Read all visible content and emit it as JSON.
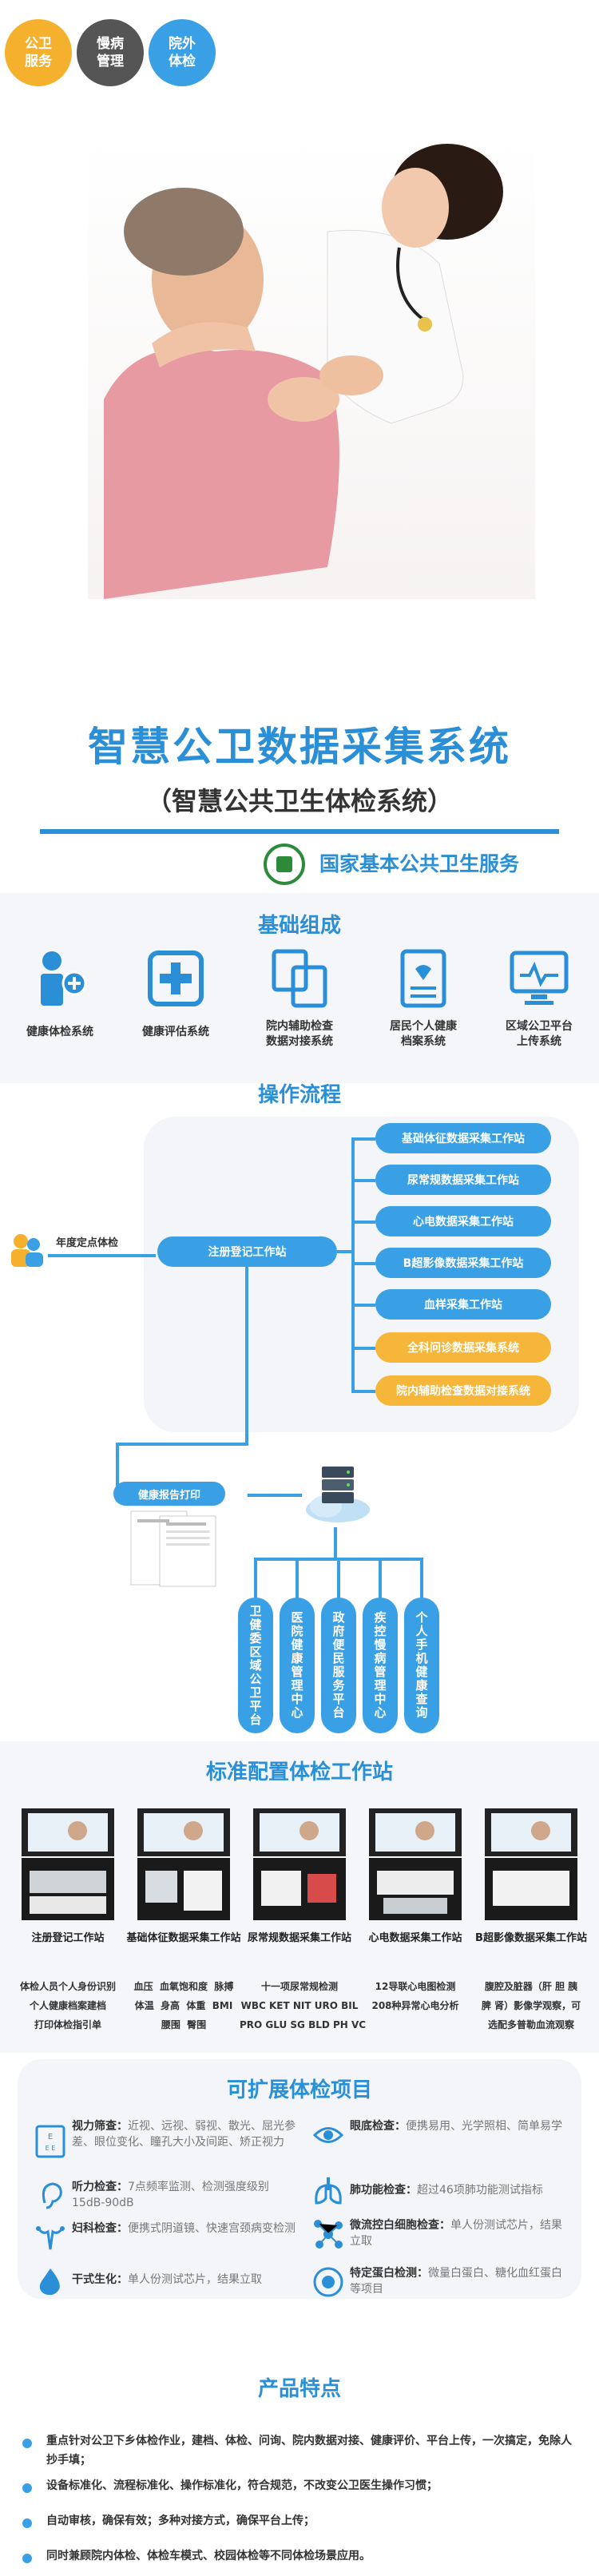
{
  "top_buttons": [
    {
      "label": "公卫\n服务",
      "color": "#f5b02e"
    },
    {
      "label": "慢病\n管理",
      "color": "#555555"
    },
    {
      "label": "院外\n体检",
      "color": "#3aa0e6"
    }
  ],
  "title": {
    "main": "智慧公卫数据采集系统",
    "sub": "（智慧公共卫生体检系统）",
    "service": "国家基本公共卫生服务"
  },
  "basic": {
    "title": "基础组成",
    "items": [
      {
        "label": "健康体检系统",
        "icon": "person-plus-icon"
      },
      {
        "label": "健康评估系统",
        "icon": "medical-cross-icon"
      },
      {
        "label": "院内辅助检查\n数据对接系统",
        "icon": "document-link-icon"
      },
      {
        "label": "居民个人健康\n档案系统",
        "icon": "health-file-icon"
      },
      {
        "label": "区域公卫平台\n上传系统",
        "icon": "monitor-icon"
      }
    ]
  },
  "flow": {
    "title": "操作流程",
    "annual": "年度定点体检",
    "register": "注册登记工作站",
    "stations": [
      {
        "label": "基础体征数据采集工作站",
        "color": "#3aa0e6"
      },
      {
        "label": "尿常规数据采集工作站",
        "color": "#3aa0e6"
      },
      {
        "label": "心电数据采集工作站",
        "color": "#3aa0e6"
      },
      {
        "label": "B超影像数据采集工作站",
        "color": "#3aa0e6"
      },
      {
        "label": "血样采集工作站",
        "color": "#3aa0e6"
      },
      {
        "label": "全科问诊数据采集系统",
        "color": "#f6b63a"
      },
      {
        "label": "院内辅助检查数据对接系统",
        "color": "#f6b63a"
      }
    ],
    "report": "健康报告打印",
    "outputs": [
      "卫健委区域公卫平台",
      "医院健康管理中心",
      "政府便民服务平台",
      "疾控慢病管理中心",
      "个人手机健康查询"
    ]
  },
  "standard": {
    "title": "标准配置体检工作站",
    "cases": [
      {
        "label": "注册登记工作站",
        "desc": "体检人员个人身份识别\n个人健康档案建档\n打印体检指引单"
      },
      {
        "label": "基础体征数据采集工作站",
        "desc": "血压  血氧饱和度  脉搏\n体温  身高  体重  BMI\n腰围  臀围"
      },
      {
        "label": "尿常规数据采集工作站",
        "desc": "十一项尿常规检测\nWBC KET NIT URO BIL\nPRO GLU SG BLD PH VC"
      },
      {
        "label": "心电数据采集工作站",
        "desc": "12导联心电图检测\n208种异常心电分析"
      },
      {
        "label": "B超影像数据采集工作站",
        "desc": "腹腔及脏器（肝 胆 胰\n脾 肾）影像学观察，可\n选配多普勒血流观察"
      }
    ]
  },
  "extend": {
    "title": "可扩展体检项目",
    "items": [
      {
        "name": "视力筛查：",
        "text": "近视、远视、弱视、散光、屈光参差、眼位变化、瞳孔大小及间距、矫正视力",
        "icon": "eye-chart-icon"
      },
      {
        "name": "眼底检查：",
        "text": "便携易用、光学照相、简单易学",
        "icon": "eye-icon"
      },
      {
        "name": "听力检查：",
        "text": "7点频率监测、检测强度级别15dB-90dB",
        "icon": "ear-icon"
      },
      {
        "name": "肺功能检查：",
        "text": "超过46项肺功能测试指标",
        "icon": "lungs-icon"
      },
      {
        "name": "妇科检查：",
        "text": "便携式阴道镜、快速宫颈病变检测",
        "icon": "uterus-icon"
      },
      {
        "name": "微流控白细胞检查：",
        "text": "单人份测试芯片，结果立取",
        "icon": "molecule-icon"
      },
      {
        "name": "干式生化：",
        "text": "单人份测试芯片，结果立取",
        "icon": "drop-icon"
      },
      {
        "name": "特定蛋白检测：",
        "text": "微量白蛋白、糖化血红蛋白等项目",
        "icon": "protein-icon"
      }
    ]
  },
  "features": {
    "title": "产品特点",
    "items": [
      "重点针对公卫下乡体检作业，建档、体检、问询、院内数据对接、健康评价、平台上传，一次搞定，免除人抄手填；",
      "设备标准化、流程标准化、操作标准化，符合规范，不改变公卫医生操作习惯；",
      "自动审核，确保有效；多种对接方式，确保平台上传；",
      "同时兼顾院内体检、体检车模式、校园体检等不同体检场景应用。"
    ]
  }
}
